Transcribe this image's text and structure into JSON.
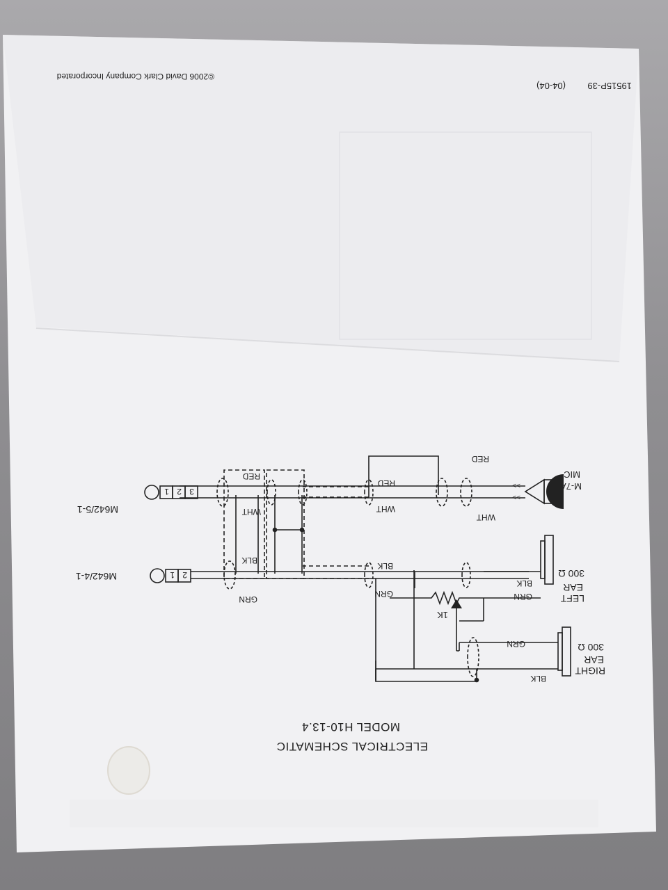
{
  "header": {
    "copyright": "©2006 David Clark Company Incorporated",
    "part_number": "19515P-39",
    "revision": "(04-04)"
  },
  "title": {
    "line1": "ELECTRICAL SCHEMATIC",
    "line2": "MODEL H10-13.4"
  },
  "connectors": [
    {
      "name": "M642/5-1",
      "pins": [
        "3",
        "2",
        "1"
      ]
    },
    {
      "name": "M642/4-1",
      "pins": [
        "2",
        "1"
      ]
    }
  ],
  "components": {
    "mic": {
      "line1": "MIC",
      "line2": "M-7A"
    },
    "left_ear": {
      "line1": "LEFT",
      "line2": "EAR",
      "line3": "300 Ω"
    },
    "right_ear": {
      "line1": "RIGHT",
      "line2": "EAR",
      "line3": "300 Ω"
    },
    "pot": "1K"
  },
  "wire_labels": {
    "red": "RED",
    "wht": "WHT",
    "blk": "BLK",
    "grn": "GRN"
  },
  "colors": {
    "paper": "#f1f1f3",
    "ink": "#222222"
  }
}
